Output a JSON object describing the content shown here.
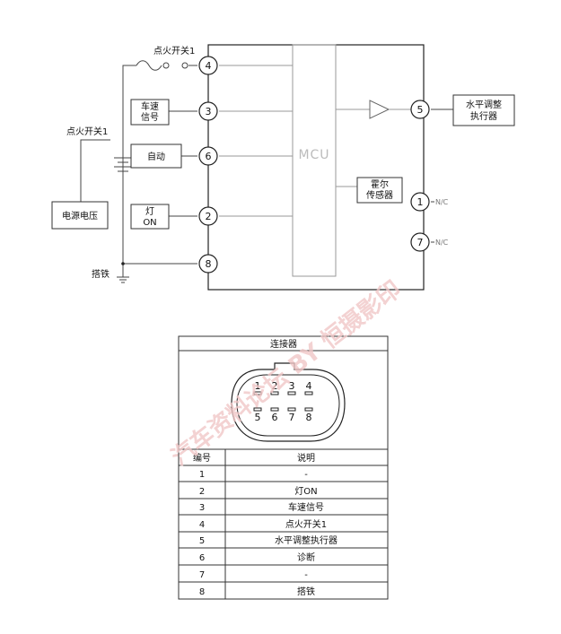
{
  "diagram": {
    "ignition_switch_top": "点火开关1",
    "ignition_switch_left": "点火开关1",
    "power_voltage": "电源电压",
    "ground": "搭铁",
    "speed_signal_line1": "车速",
    "speed_signal_line2": "信号",
    "auto": "自动",
    "lamp_line1": "灯",
    "lamp_line2": "ON",
    "mcu": "MCU",
    "hall_line1": "霍尔",
    "hall_line2": "传感器",
    "actuator_line1": "水平调整",
    "actuator_line2": "执行器",
    "nc_1": "N/C",
    "nc_7": "N/C",
    "pins": {
      "p4": "4",
      "p3": "3",
      "p6": "6",
      "p2": "2",
      "p8": "8",
      "p5": "5",
      "p1": "1",
      "p7": "7"
    }
  },
  "connector": {
    "title": "连接器",
    "top_pins": [
      "1",
      "2",
      "3",
      "4"
    ],
    "bottom_pins": [
      "5",
      "6",
      "7",
      "8"
    ]
  },
  "table": {
    "headers": [
      "编号",
      "说明"
    ],
    "rows": [
      [
        "1",
        "-"
      ],
      [
        "2",
        "灯ON"
      ],
      [
        "3",
        "车速信号"
      ],
      [
        "4",
        "点火开关1"
      ],
      [
        "5",
        "水平调整执行器"
      ],
      [
        "6",
        "诊断"
      ],
      [
        "7",
        "-"
      ],
      [
        "8",
        "搭铁"
      ]
    ]
  },
  "watermark": "汽车资料论坛 BY 恒摄影印"
}
